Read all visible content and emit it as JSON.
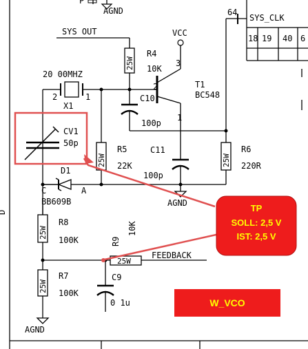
{
  "colors": {
    "wire": "#000000",
    "highlight": "#e05050",
    "callout_fill": "#ee1c1c",
    "callout_text": "#ffff00",
    "label_box_fill": "#ee1c1c"
  },
  "top_fragment": {
    "pin_label": "P",
    "ground_label": "AGND"
  },
  "bus": {
    "wire_number": "64",
    "net_name": "SYS_CLK",
    "pins": [
      "18",
      "19",
      "40",
      "6"
    ]
  },
  "nets": {
    "sys_out": "SYS OUT",
    "vcc": "VCC",
    "feedback": "FEEDBACK",
    "agnd_mid": "AGND",
    "agnd_bottom": "AGND"
  },
  "components": {
    "r4": {
      "ref": "R4",
      "value": "10K",
      "package": "25W"
    },
    "t1": {
      "ref": "T1",
      "value": "BC548",
      "pin_b": "2",
      "pin_c": "3",
      "pin_e": "1"
    },
    "x1": {
      "ref": "X1",
      "value": "20 00MHZ",
      "pin_left": "2",
      "pin_right": "1"
    },
    "c10": {
      "ref": "C10",
      "value": "100p"
    },
    "cv1": {
      "ref": "CV1",
      "value": "50p"
    },
    "r5": {
      "ref": "R5",
      "value": "22K",
      "package": "25W"
    },
    "c11": {
      "ref": "C11",
      "value": "100p"
    },
    "r6": {
      "ref": "R6",
      "value": "220R",
      "package": "25W"
    },
    "d1": {
      "ref": "D1",
      "value": "BB609B",
      "cathode": "C",
      "anode": "A"
    },
    "r8": {
      "ref": "R8",
      "value": "100K",
      "package": "25W"
    },
    "r9": {
      "ref": "R9",
      "value": "10K",
      "package": "25W"
    },
    "r7": {
      "ref": "R7",
      "value": "100K",
      "package": "25W"
    },
    "c9": {
      "ref": "C9",
      "value": "0 1u"
    }
  },
  "sheet": {
    "border_letter": "D"
  },
  "callout": {
    "title": "TP",
    "line1": "SOLL: 2,5 V",
    "line2": "IST: 2,5 V"
  },
  "label_box": {
    "text": "W_VCO"
  }
}
